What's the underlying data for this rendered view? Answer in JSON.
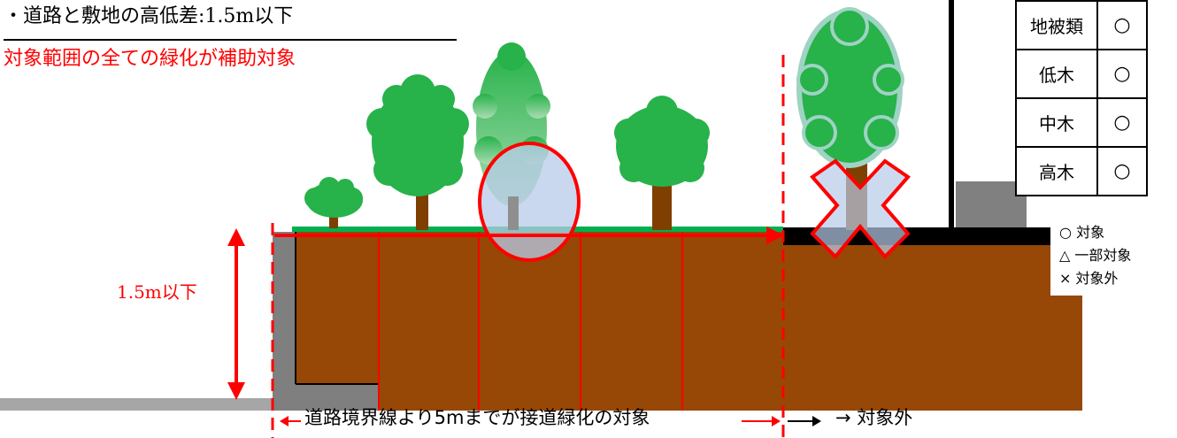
{
  "header": "・道路と敷地の高低差:1.5m以下",
  "subtitle": "対象範囲の全ての緑化が補助対象",
  "height_label": "1.5m以下",
  "bottom_target": "道路境界線より5mまでが接道緑化の対象",
  "bottom_outside": "→ 対象外",
  "table": [
    {
      "name": "地被類",
      "mark": "○"
    },
    {
      "name": "低木",
      "mark": "○"
    },
    {
      "name": "中木",
      "mark": "○"
    },
    {
      "name": "高木",
      "mark": "○"
    }
  ],
  "legend": [
    {
      "symbol": "○",
      "label": "対象"
    },
    {
      "symbol": "△",
      "label": "一部対象"
    },
    {
      "symbol": "×",
      "label": "対象外"
    }
  ],
  "colors": {
    "soil": "#974706",
    "grass": "#00b050",
    "tree": "#27b24a",
    "trunk": "#7f3f00",
    "red": "#ff0000",
    "wall": "#808080"
  }
}
